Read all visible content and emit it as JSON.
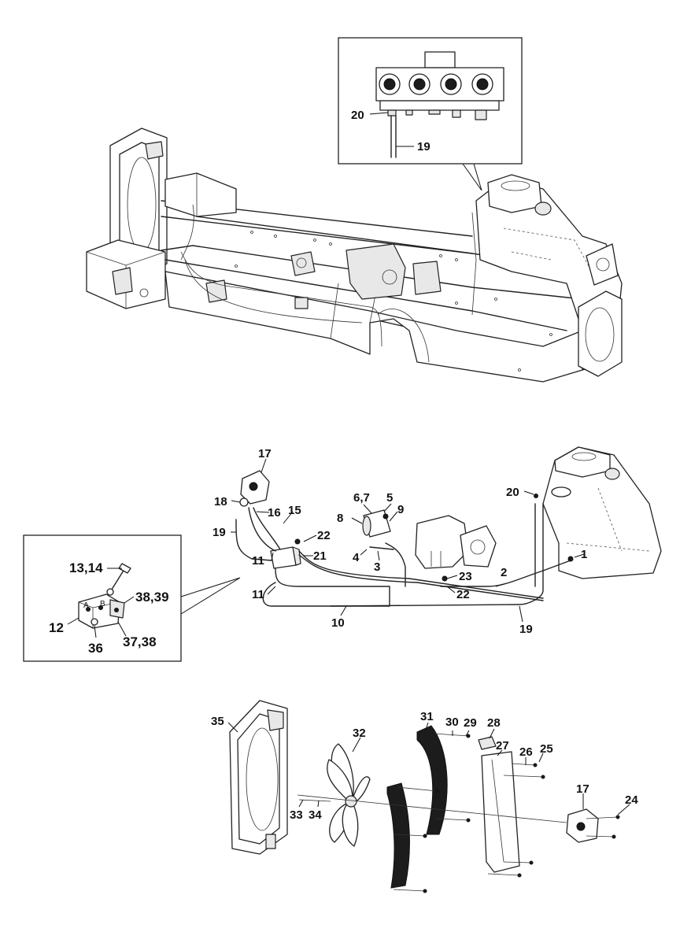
{
  "callouts_top": [
    {
      "id": "inset-20",
      "text": "20"
    },
    {
      "id": "inset-19",
      "text": "19"
    }
  ],
  "callouts_mid": [
    {
      "id": "c17",
      "text": "17"
    },
    {
      "id": "c18",
      "text": "18"
    },
    {
      "id": "c16",
      "text": "16"
    },
    {
      "id": "c15",
      "text": "15"
    },
    {
      "id": "c19a",
      "text": "19"
    },
    {
      "id": "c22a",
      "text": "22"
    },
    {
      "id": "c11a",
      "text": "11"
    },
    {
      "id": "c21",
      "text": "21"
    },
    {
      "id": "c11b",
      "text": "11"
    },
    {
      "id": "c67",
      "text": "6,7"
    },
    {
      "id": "c5",
      "text": "5"
    },
    {
      "id": "c9",
      "text": "9"
    },
    {
      "id": "c8",
      "text": "8"
    },
    {
      "id": "c4",
      "text": "4"
    },
    {
      "id": "c3",
      "text": "3"
    },
    {
      "id": "c10",
      "text": "10"
    },
    {
      "id": "c23",
      "text": "23"
    },
    {
      "id": "c22b",
      "text": "22"
    },
    {
      "id": "c2",
      "text": "2"
    },
    {
      "id": "c19b",
      "text": "19"
    },
    {
      "id": "c20",
      "text": "20"
    },
    {
      "id": "c1",
      "text": "1"
    }
  ],
  "callouts_inset": [
    {
      "id": "i1314",
      "text": "13,14"
    },
    {
      "id": "i3839",
      "text": "38,39"
    },
    {
      "id": "i12",
      "text": "12"
    },
    {
      "id": "i36",
      "text": "36"
    },
    {
      "id": "i3738",
      "text": "37,38"
    }
  ],
  "valve_ports": {
    "a": "A",
    "b": "B"
  },
  "callouts_bottom": [
    {
      "id": "b35",
      "text": "35"
    },
    {
      "id": "b32",
      "text": "32"
    },
    {
      "id": "b31",
      "text": "31"
    },
    {
      "id": "b30",
      "text": "30"
    },
    {
      "id": "b29",
      "text": "29"
    },
    {
      "id": "b28",
      "text": "28"
    },
    {
      "id": "b27",
      "text": "27"
    },
    {
      "id": "b26",
      "text": "26"
    },
    {
      "id": "b25",
      "text": "25"
    },
    {
      "id": "b17",
      "text": "17"
    },
    {
      "id": "b24",
      "text": "24"
    },
    {
      "id": "b33",
      "text": "33"
    },
    {
      "id": "b34",
      "text": "34"
    }
  ]
}
